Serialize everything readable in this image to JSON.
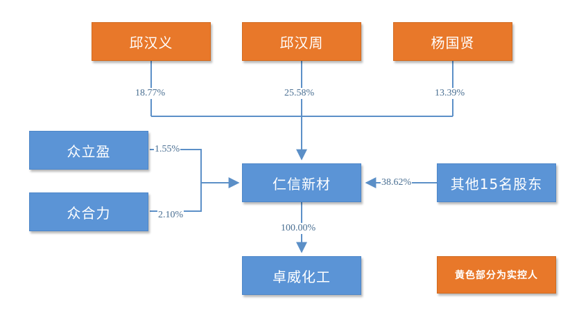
{
  "top_shareholders": [
    {
      "name": "邱汉义",
      "pct": "18.77%"
    },
    {
      "name": "邱汉周",
      "pct": "25.58%"
    },
    {
      "name": "杨国贤",
      "pct": "13.39%"
    }
  ],
  "left_shareholders": [
    {
      "name": "众立盈",
      "pct": "1.55%"
    },
    {
      "name": "众合力",
      "pct": "2.10%"
    }
  ],
  "right_shareholder": {
    "name": "其他15名股东",
    "pct": "38.62%"
  },
  "company": {
    "name": "仁信新材"
  },
  "subsidiary": {
    "name": "卓威化工",
    "pct": "100.00%"
  },
  "legend": {
    "text": "黄色部分为实控人"
  },
  "colors": {
    "controller": "#e8782a",
    "entity": "#5b94d6",
    "line": "#5b8fc7"
  }
}
